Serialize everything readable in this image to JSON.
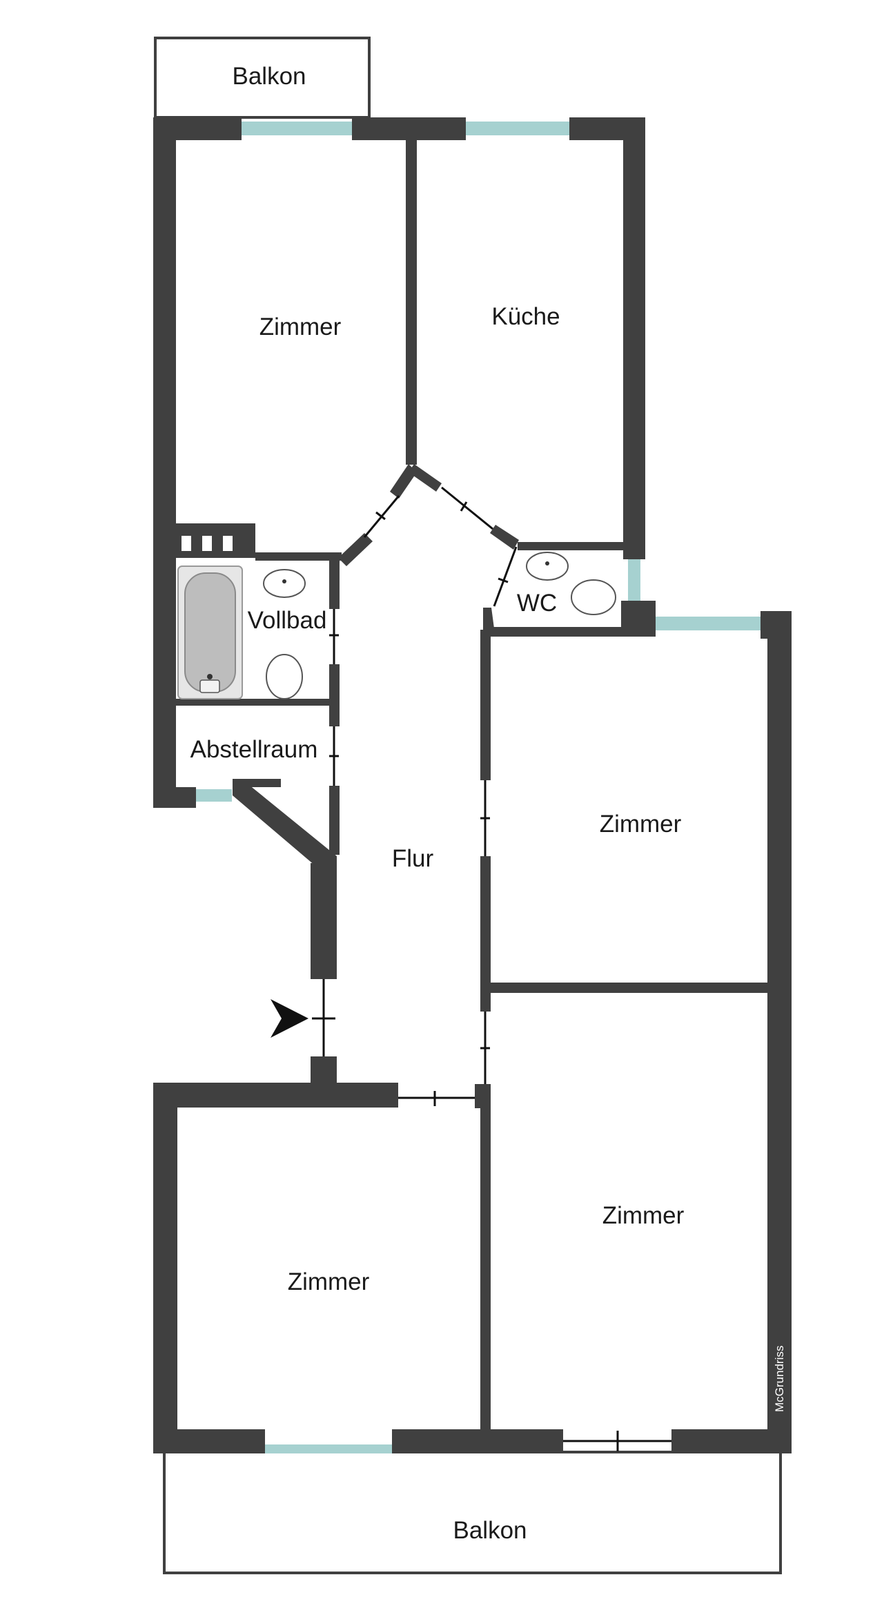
{
  "plan": {
    "rooms": [
      {
        "id": "balkon-top",
        "label": "Balkon"
      },
      {
        "id": "zimmer-top-left",
        "label": "Zimmer"
      },
      {
        "id": "kueche",
        "label": "Küche"
      },
      {
        "id": "vollbad",
        "label": "Vollbad"
      },
      {
        "id": "wc",
        "label": "WC"
      },
      {
        "id": "abstellraum",
        "label": "Abstellraum"
      },
      {
        "id": "flur",
        "label": "Flur"
      },
      {
        "id": "zimmer-right-upper",
        "label": "Zimmer"
      },
      {
        "id": "zimmer-right-lower",
        "label": "Zimmer"
      },
      {
        "id": "zimmer-bottom-left",
        "label": "Zimmer"
      },
      {
        "id": "balkon-bottom",
        "label": "Balkon"
      }
    ],
    "watermark": "McGrundriss",
    "colors": {
      "wall": "#404040",
      "window": "#a6d1d0",
      "background": "#ffffff"
    },
    "entrance_icon": "arrow-right-icon"
  }
}
